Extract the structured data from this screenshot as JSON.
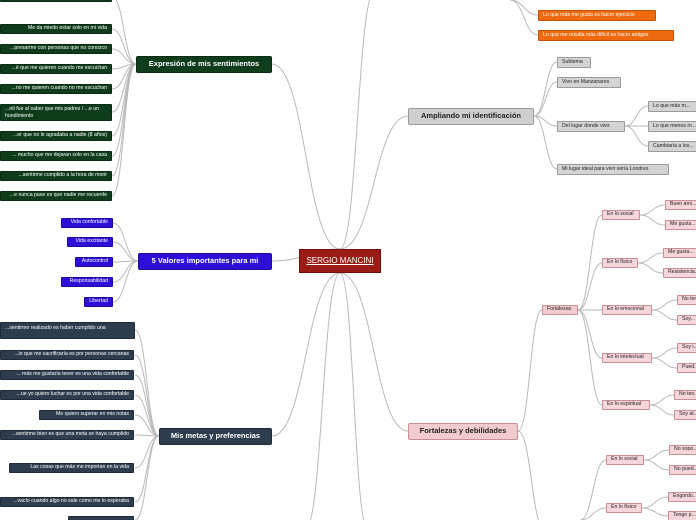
{
  "center": {
    "label": "SERGIO MANCINI"
  },
  "branches": {
    "expresion": {
      "label": "Expresión de mis sentimientos",
      "items": [
        "",
        "Me da miedo estar solo en mi vida",
        "...presarme con personas que no conozco",
        "...é que me quieren cuando me escuchan",
        "...no me quieren cuando no me escuchan",
        "...nti fue al saber que mis padres / ...e un hundimiento",
        "...er que no le agradaba a nadie (8 años)",
        "... mucho que me dejaran solo en la casa",
        "...sentirme cumplido a la hora de morir",
        "...e nunca pase es que nadie me recuerde"
      ]
    },
    "valores": {
      "label": "5 Valores importantes para mi",
      "items": [
        "Vida confortable",
        "Vida excitante",
        "Autocontrol",
        "Responsabilidad",
        "Libertad"
      ]
    },
    "metas": {
      "label": "Mis metas y preferencias",
      "items": [
        "...sentirme realizado es haber cumplido una",
        "...lo que me sacrificaría es por personas cercanas",
        "... más me gustaría tener es una vida confortable",
        "...ue yo quiero luchar es por una vida confortable",
        "Me quiero superar en mis notas",
        "...sentirme bien es que una meta se haya cumplido",
        "Las cosas que más me importan en la vida",
        "...vacío cuando algo no sale como me lo esperaba",
        ""
      ]
    },
    "ampliando": {
      "label": "Ampliando mi identificación",
      "items": [
        "Subtema",
        "Vivo en Manzanares",
        "Del lugar donde vivo:",
        "Mi lugar ideal para vivir sería Londres"
      ],
      "lugar": [
        "Lo que más m...",
        "Lo que menos m...",
        "Cambiaría a los..."
      ]
    },
    "top": {
      "items": [
        "Lo que más me gusta es hacer ejercicio",
        "Lo que me resulta más difícil es hacer amigos"
      ]
    },
    "fortalezas": {
      "label": "Fortalezas y debilidades",
      "sub": "Fortalezas",
      "groups": [
        {
          "label": "En lo social",
          "items": [
            "Buen ami...",
            "Me gusta..."
          ]
        },
        {
          "label": "En lo físico",
          "items": [
            "Me gusta...",
            "Resistencia..."
          ]
        },
        {
          "label": "En lo emocional",
          "items": [
            "No ten...",
            "Soy..."
          ]
        },
        {
          "label": "En lo intelectual",
          "items": [
            "Soy i...",
            "Pued..."
          ]
        },
        {
          "label": "En lo espiritual",
          "items": [
            "No ten...",
            "Soy at..."
          ]
        }
      ],
      "debil_groups": [
        {
          "label": "En lo social",
          "items": [
            "No sopo...",
            "No pued..."
          ]
        },
        {
          "label": "En lo físico",
          "items": [
            "Engordo...",
            "Tengo p..."
          ]
        }
      ]
    }
  }
}
